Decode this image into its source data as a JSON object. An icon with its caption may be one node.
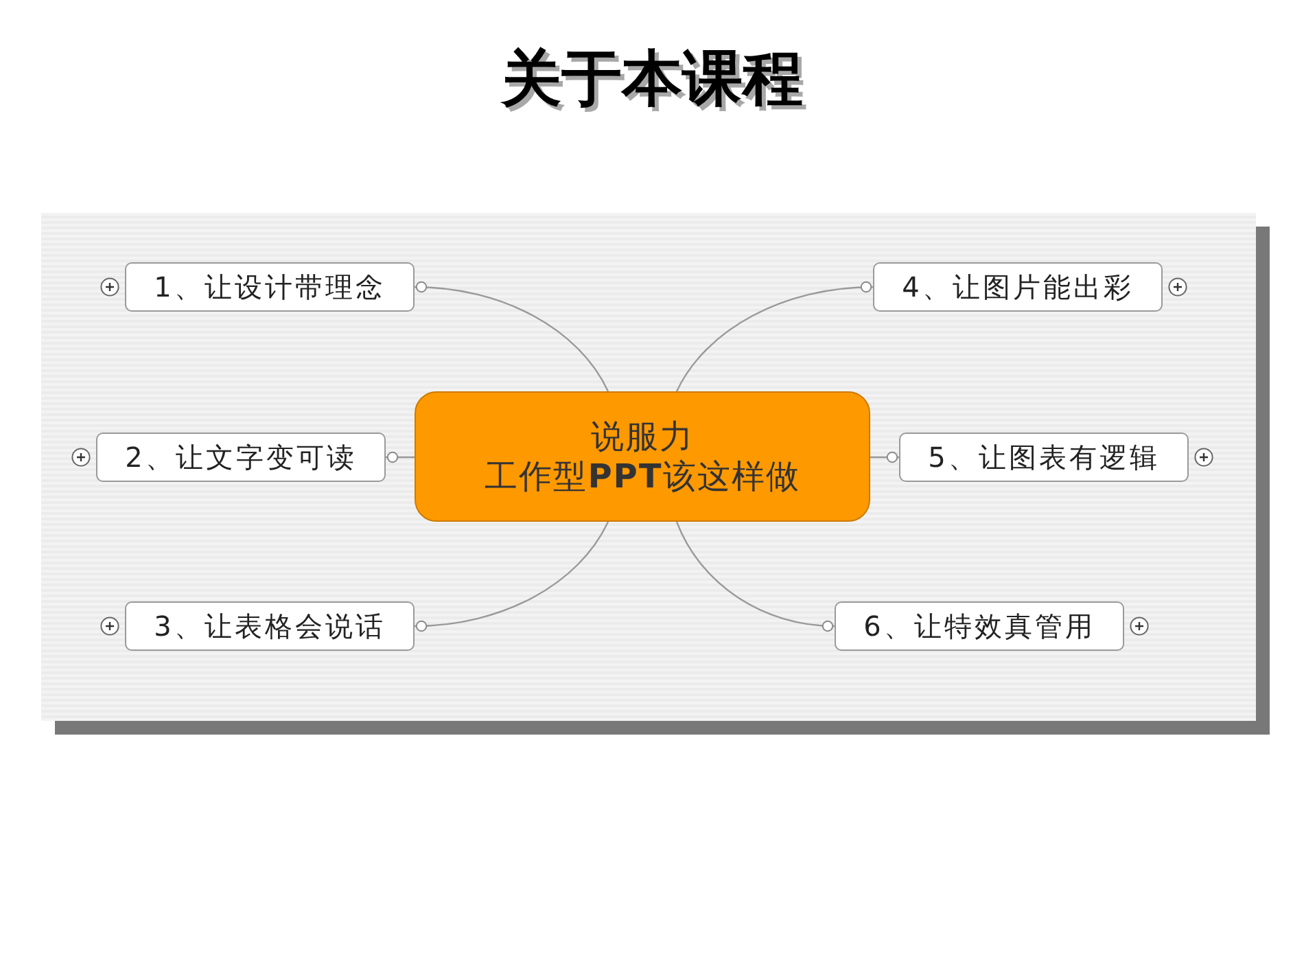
{
  "diagram": {
    "title": "关于本课程",
    "nodes": [
      {
        "text": [
          "说服力",
          "工作型**PPT**该这样做"
        ]
      },
      {
        "text": [
          "1、让设计带理念"
        ]
      },
      {
        "text": [
          "2、让文字变可读"
        ]
      },
      {
        "text": [
          "3、让表格会说话"
        ]
      },
      {
        "text": [
          "4、让图片能出彩"
        ]
      },
      {
        "text": [
          "5、让图表有逻辑"
        ]
      },
      {
        "text": [
          "6、让特效真管用"
        ]
      }
    ],
    "edges": [
      {
        "from": 0,
        "to": 1,
        "arrow": "other"
      },
      {
        "from": 0,
        "to": 2,
        "arrow": "other"
      },
      {
        "from": 0,
        "to": 3,
        "arrow": "other"
      },
      {
        "from": 0,
        "to": 4,
        "arrow": "other"
      },
      {
        "from": 0,
        "to": 5,
        "arrow": "other"
      },
      {
        "from": 0,
        "to": 6,
        "arrow": "other"
      }
    ]
  }
}
